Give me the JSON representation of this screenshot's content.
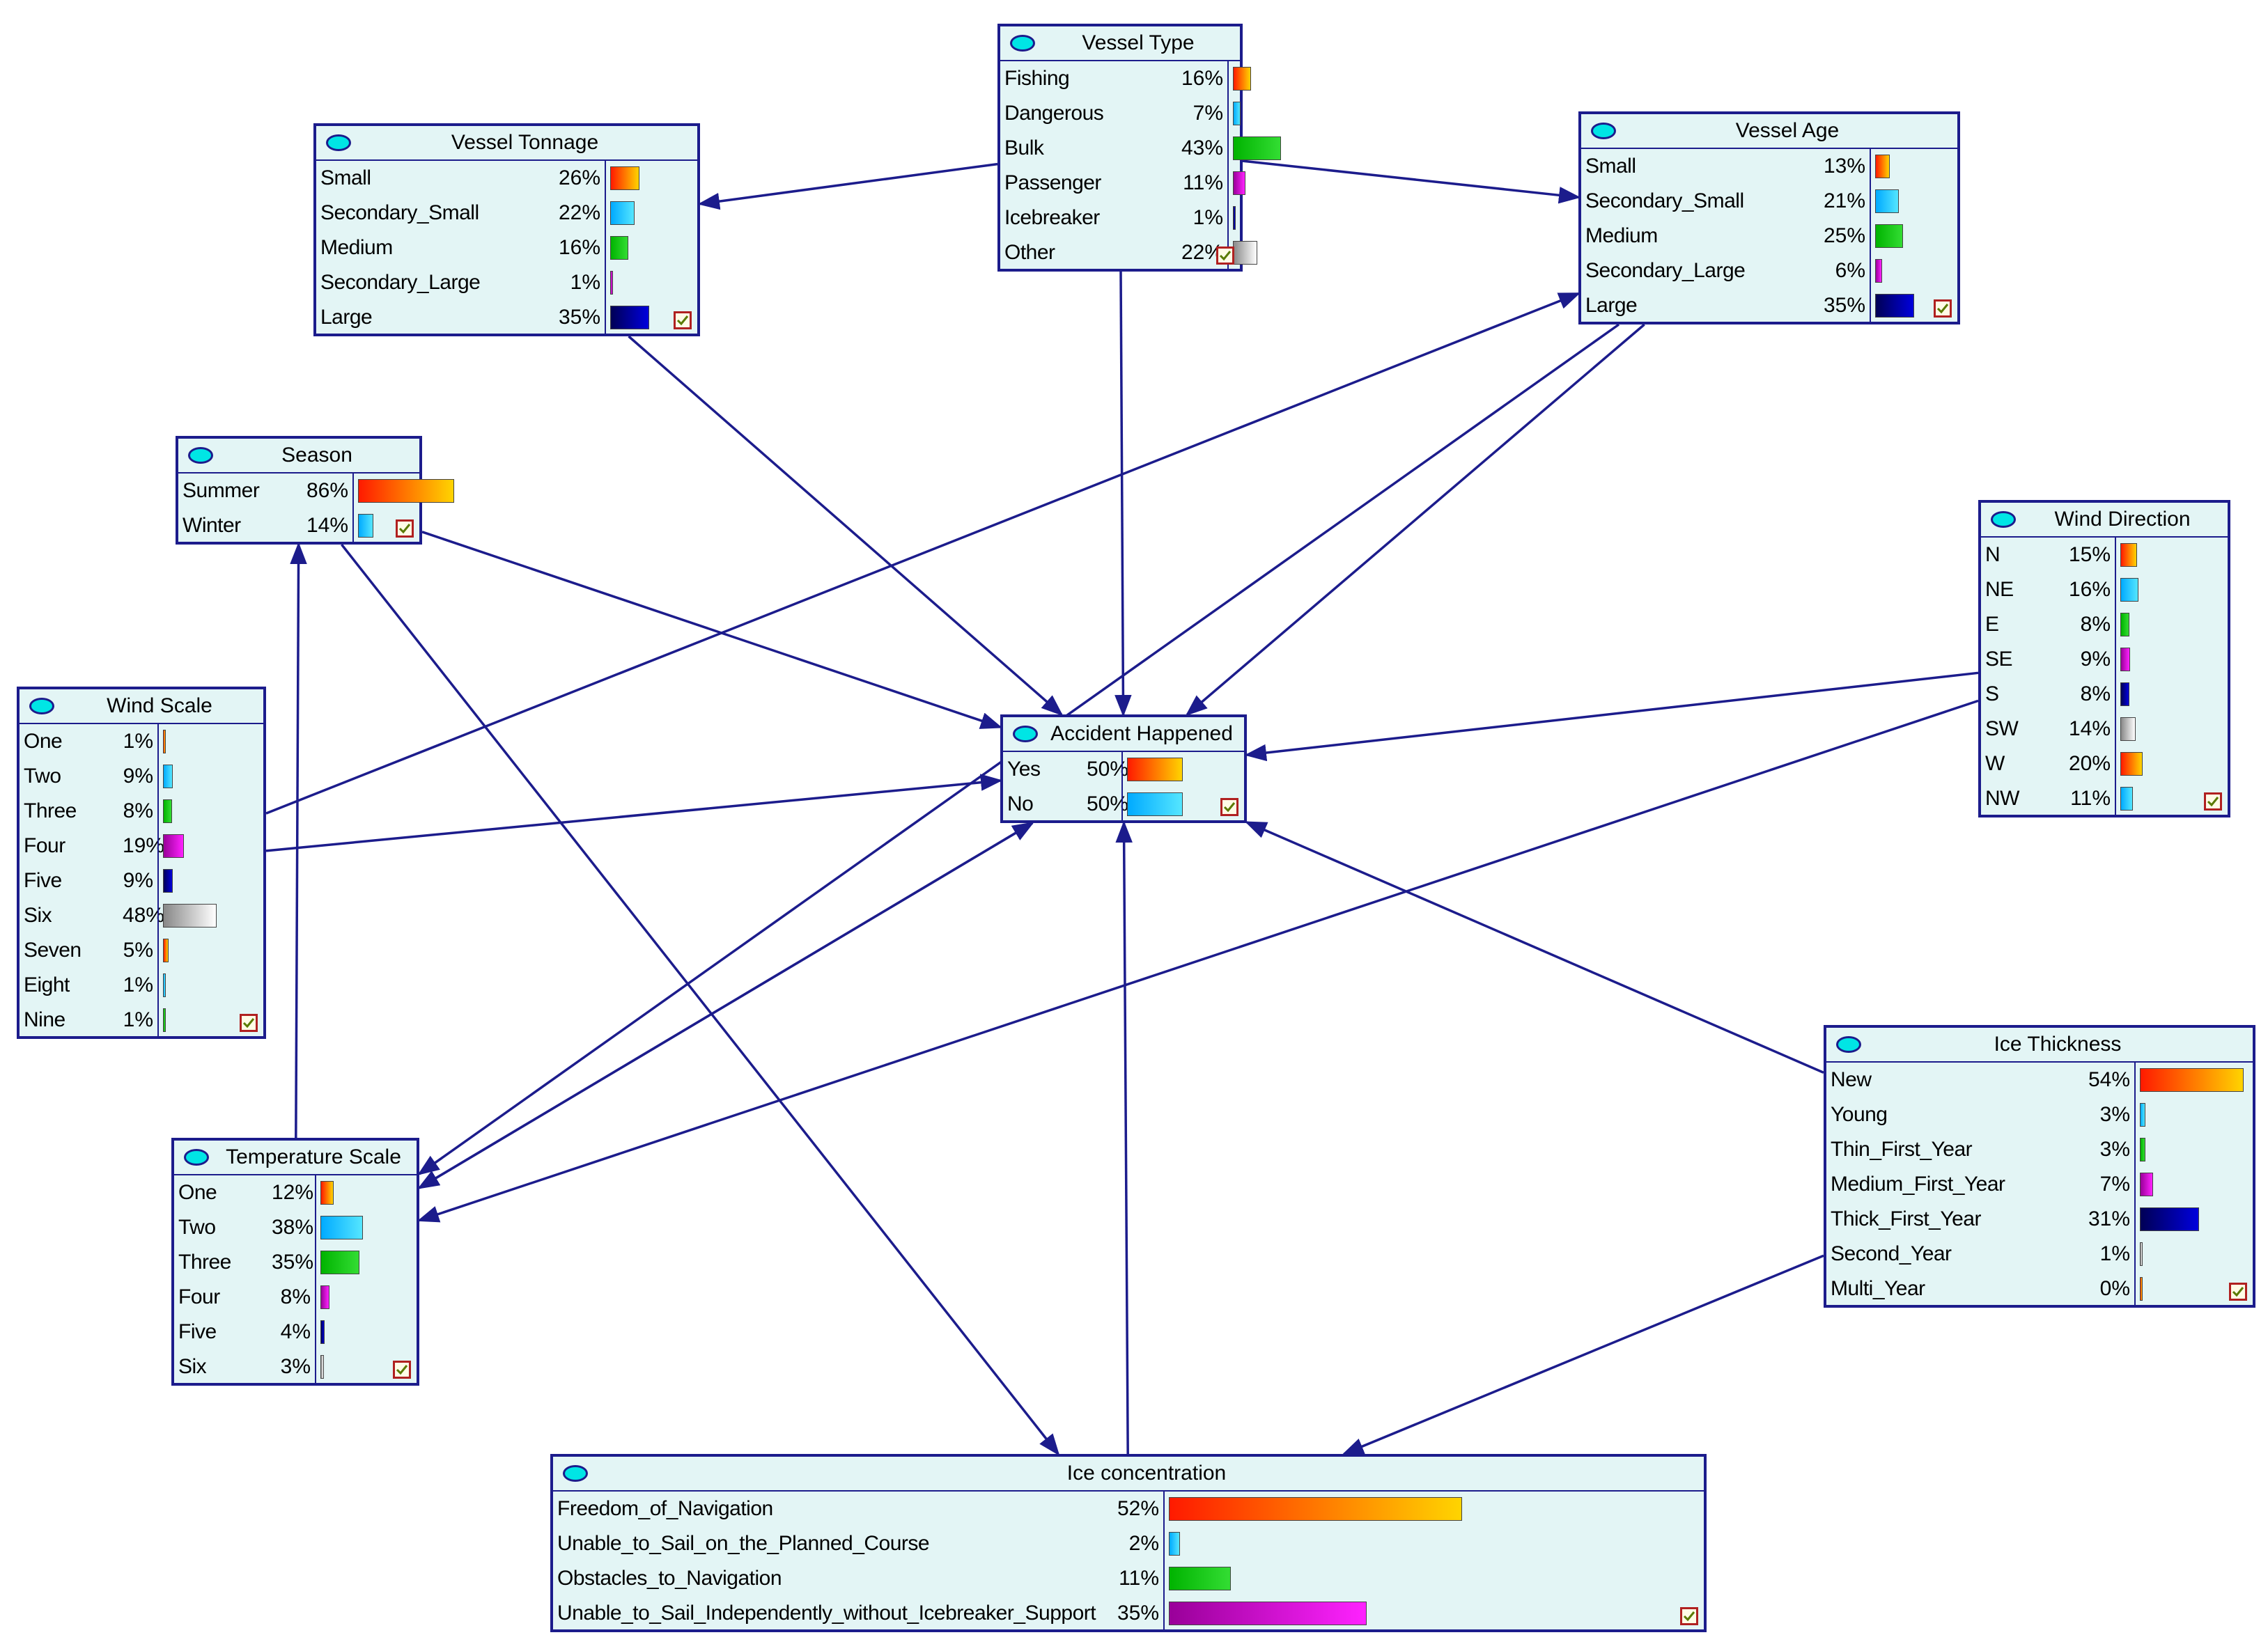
{
  "nodes": [
    {
      "id": "vessel_type",
      "title": "Vessel Type",
      "states": [
        {
          "label": "Fishing",
          "pct": "16%",
          "value": 16
        },
        {
          "label": "Dangerous",
          "pct": "7%",
          "value": 7
        },
        {
          "label": "Bulk",
          "pct": "43%",
          "value": 43
        },
        {
          "label": "Passenger",
          "pct": "11%",
          "value": 11
        },
        {
          "label": "Icebreaker",
          "pct": "1%",
          "value": 1
        },
        {
          "label": "Other",
          "pct": "22%",
          "value": 22
        }
      ]
    },
    {
      "id": "vessel_tonnage",
      "title": "Vessel Tonnage",
      "states": [
        {
          "label": "Small",
          "pct": "26%",
          "value": 26
        },
        {
          "label": "Secondary_Small",
          "pct": "22%",
          "value": 22
        },
        {
          "label": "Medium",
          "pct": "16%",
          "value": 16
        },
        {
          "label": "Secondary_Large",
          "pct": "1%",
          "value": 1
        },
        {
          "label": "Large",
          "pct": "35%",
          "value": 35
        }
      ]
    },
    {
      "id": "vessel_age",
      "title": "Vessel Age",
      "states": [
        {
          "label": "Small",
          "pct": "13%",
          "value": 13
        },
        {
          "label": "Secondary_Small",
          "pct": "21%",
          "value": 21
        },
        {
          "label": "Medium",
          "pct": "25%",
          "value": 25
        },
        {
          "label": "Secondary_Large",
          "pct": "6%",
          "value": 6
        },
        {
          "label": "Large",
          "pct": "35%",
          "value": 35
        }
      ]
    },
    {
      "id": "season",
      "title": "Season",
      "states": [
        {
          "label": "Summer",
          "pct": "86%",
          "value": 86
        },
        {
          "label": "Winter",
          "pct": "14%",
          "value": 14
        }
      ]
    },
    {
      "id": "wind_direction",
      "title": "Wind Direction",
      "states": [
        {
          "label": "N",
          "pct": "15%",
          "value": 15
        },
        {
          "label": "NE",
          "pct": "16%",
          "value": 16
        },
        {
          "label": "E",
          "pct": "8%",
          "value": 8
        },
        {
          "label": "SE",
          "pct": "9%",
          "value": 9
        },
        {
          "label": "S",
          "pct": "8%",
          "value": 8
        },
        {
          "label": "SW",
          "pct": "14%",
          "value": 14
        },
        {
          "label": "W",
          "pct": "20%",
          "value": 20
        },
        {
          "label": "NW",
          "pct": "11%",
          "value": 11
        }
      ]
    },
    {
      "id": "wind_scale",
      "title": "Wind Scale",
      "states": [
        {
          "label": "One",
          "pct": "1%",
          "value": 1
        },
        {
          "label": "Two",
          "pct": "9%",
          "value": 9
        },
        {
          "label": "Three",
          "pct": "8%",
          "value": 8
        },
        {
          "label": "Four",
          "pct": "19%",
          "value": 19
        },
        {
          "label": "Five",
          "pct": "9%",
          "value": 9
        },
        {
          "label": "Six",
          "pct": "48%",
          "value": 48
        },
        {
          "label": "Seven",
          "pct": "5%",
          "value": 5
        },
        {
          "label": "Eight",
          "pct": "1%",
          "value": 1
        },
        {
          "label": "Nine",
          "pct": "1%",
          "value": 1
        }
      ]
    },
    {
      "id": "accident_happened",
      "title": "Accident Happened",
      "states": [
        {
          "label": "Yes",
          "pct": "50%",
          "value": 50
        },
        {
          "label": "No",
          "pct": "50%",
          "value": 50
        }
      ]
    },
    {
      "id": "ice_thickness",
      "title": "Ice Thickness",
      "states": [
        {
          "label": "New",
          "pct": "54%",
          "value": 54
        },
        {
          "label": "Young",
          "pct": "3%",
          "value": 3
        },
        {
          "label": "Thin_First_Year",
          "pct": "3%",
          "value": 3
        },
        {
          "label": "Medium_First_Year",
          "pct": "7%",
          "value": 7
        },
        {
          "label": "Thick_First_Year",
          "pct": "31%",
          "value": 31
        },
        {
          "label": "Second_Year",
          "pct": "1%",
          "value": 1
        },
        {
          "label": "Multi_Year",
          "pct": "0%",
          "value": 0
        }
      ]
    },
    {
      "id": "temperature_scale",
      "title": "Temperature Scale",
      "states": [
        {
          "label": "One",
          "pct": "12%",
          "value": 12
        },
        {
          "label": "Two",
          "pct": "38%",
          "value": 38
        },
        {
          "label": "Three",
          "pct": "35%",
          "value": 35
        },
        {
          "label": "Four",
          "pct": "8%",
          "value": 8
        },
        {
          "label": "Five",
          "pct": "4%",
          "value": 4
        },
        {
          "label": "Six",
          "pct": "3%",
          "value": 3
        }
      ]
    },
    {
      "id": "ice_concentration",
      "title": "Ice concentration",
      "states": [
        {
          "label": "Freedom_of_Navigation",
          "pct": "52%",
          "value": 52
        },
        {
          "label": "Unable_to_Sail_on_the_Planned_Course",
          "pct": "2%",
          "value": 2
        },
        {
          "label": "Obstacles_to_Navigation",
          "pct": "11%",
          "value": 11
        },
        {
          "label": "Unable_to_Sail_Independently_without_Icebreaker_Support",
          "pct": "35%",
          "value": 35
        }
      ]
    }
  ],
  "edges": [
    {
      "from": "vessel_type",
      "to": "vessel_tonnage"
    },
    {
      "from": "vessel_type",
      "to": "vessel_age"
    },
    {
      "from": "vessel_type",
      "to": "accident_happened"
    },
    {
      "from": "vessel_tonnage",
      "to": "accident_happened"
    },
    {
      "from": "vessel_age",
      "to": "accident_happened"
    },
    {
      "from": "vessel_age",
      "to": "temperature_scale"
    },
    {
      "from": "wind_scale",
      "to": "vessel_age"
    },
    {
      "from": "wind_scale",
      "to": "accident_happened"
    },
    {
      "from": "season",
      "to": "accident_happened"
    },
    {
      "from": "season",
      "to": "ice_concentration"
    },
    {
      "from": "temperature_scale",
      "to": "season"
    },
    {
      "from": "temperature_scale",
      "to": "accident_happened"
    },
    {
      "from": "accident_happened",
      "to": "temperature_scale"
    },
    {
      "from": "wind_direction",
      "to": "accident_happened"
    },
    {
      "from": "wind_direction",
      "to": "temperature_scale"
    },
    {
      "from": "ice_thickness",
      "to": "accident_happened"
    },
    {
      "from": "ice_thickness",
      "to": "ice_concentration"
    },
    {
      "from": "ice_concentration",
      "to": "accident_happened"
    }
  ],
  "colors": {
    "edge": "#1c1c8c",
    "node_fill": "#e3f5f5",
    "node_border": "#1c1c8c",
    "node_icon": "#00e5e5",
    "bar_gradients": [
      [
        "#ff1a00",
        "#ffd400"
      ],
      [
        "#00aaff",
        "#55e6ff"
      ],
      [
        "#00b300",
        "#33dd33"
      ],
      [
        "#990099",
        "#ff22ff"
      ],
      [
        "#000055",
        "#0000dd"
      ],
      [
        "#888888",
        "#ffffff"
      ]
    ]
  },
  "icons": {
    "node": "oval-node-icon",
    "status": "checkmark-icon"
  }
}
